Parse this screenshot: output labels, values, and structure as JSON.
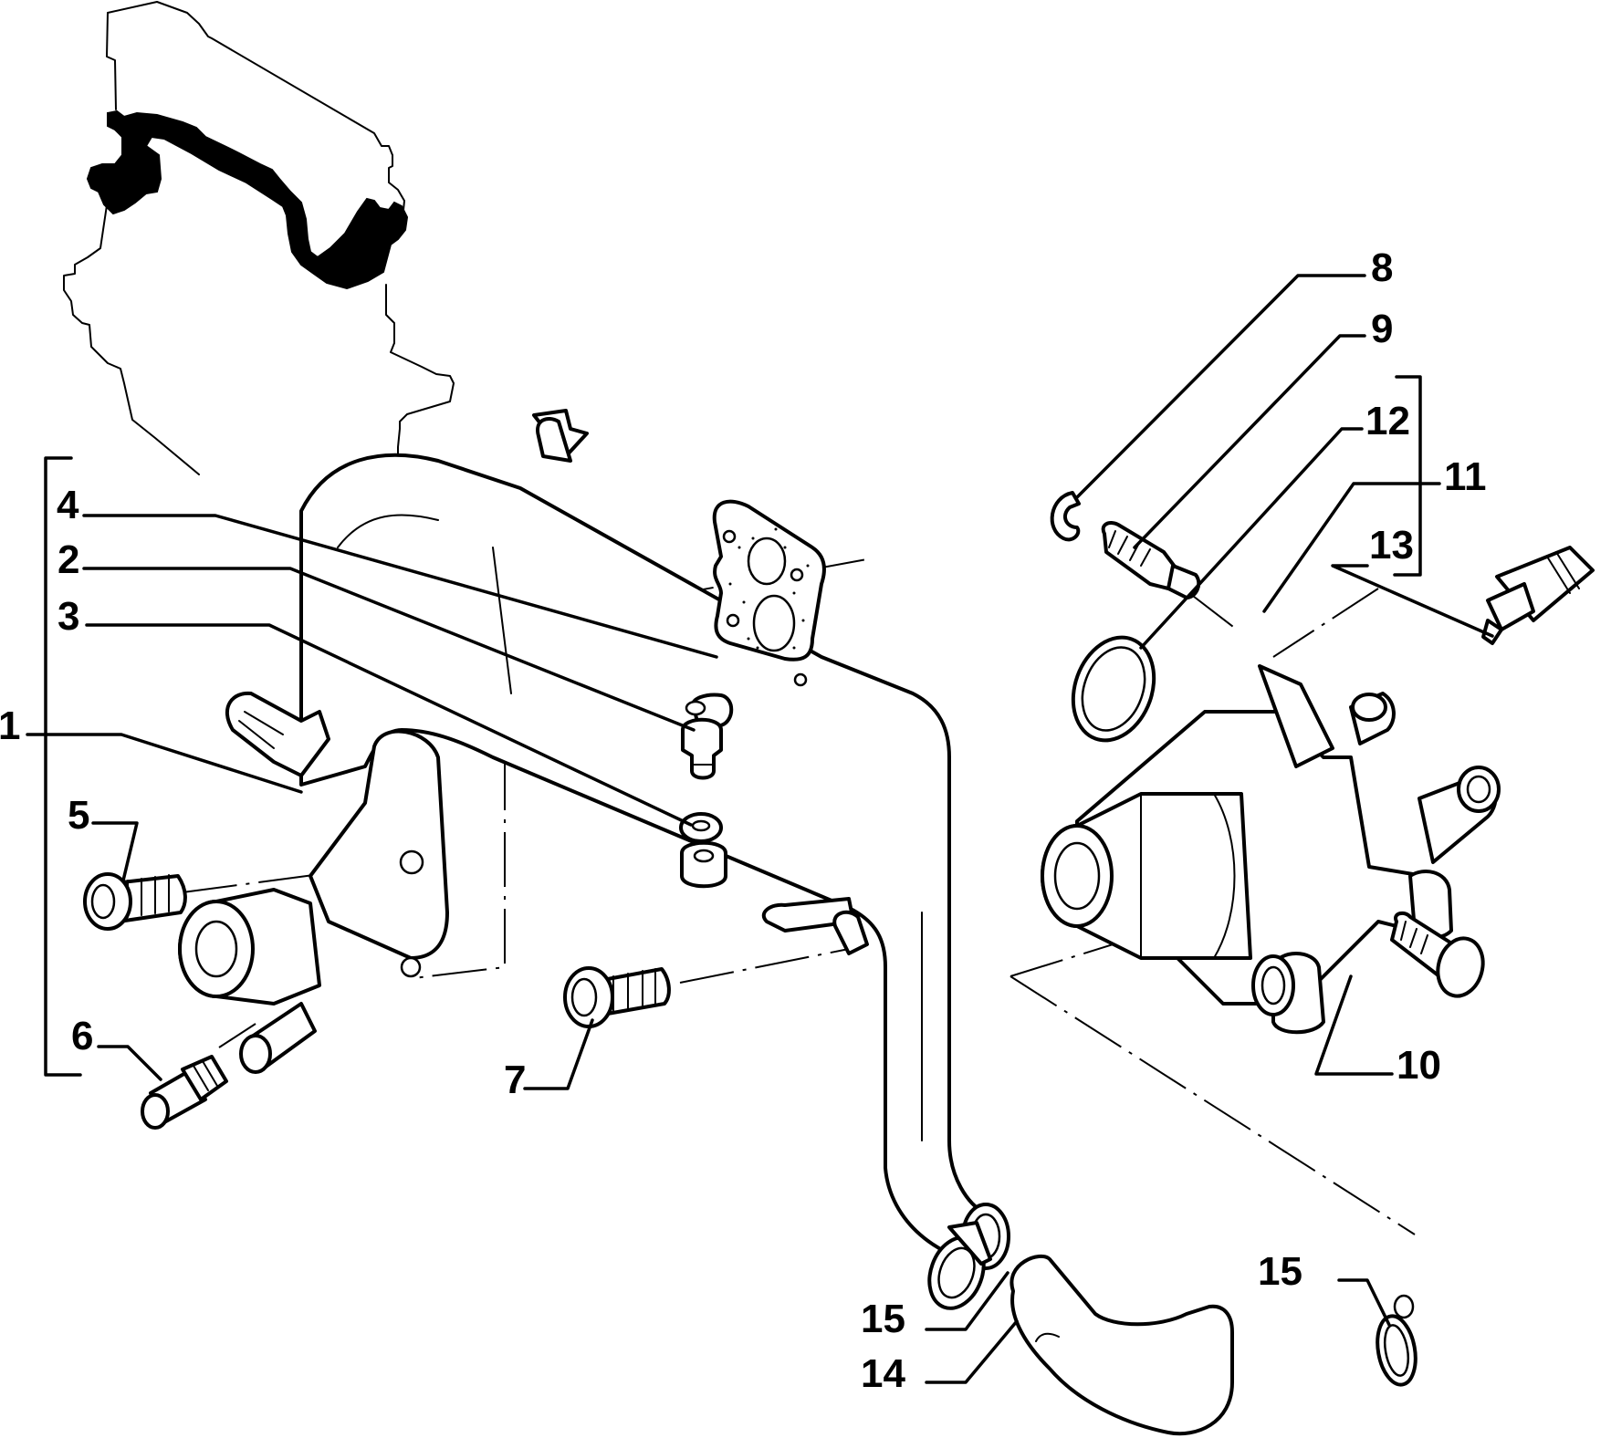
{
  "diagram": {
    "type": "exploded-parts-diagram",
    "subject": "engine coolant pipe and thermostat housing assembly",
    "line_color": "#000000",
    "background_color": "#ffffff",
    "inset": {
      "label": "engine-location-inset",
      "description": "engine block outline with coolant pipe highlighted"
    },
    "callouts": [
      {
        "id": "1",
        "label": "1",
        "part": "coolant pipe assembly (group)"
      },
      {
        "id": "2",
        "label": "2",
        "part": "plug"
      },
      {
        "id": "3",
        "label": "3",
        "part": "seal washer"
      },
      {
        "id": "4",
        "label": "4",
        "part": "gasket"
      },
      {
        "id": "5",
        "label": "5",
        "part": "bolt"
      },
      {
        "id": "6",
        "label": "6",
        "part": "hose nipple"
      },
      {
        "id": "7",
        "label": "7",
        "part": "bolt"
      },
      {
        "id": "8",
        "label": "8",
        "part": "clip"
      },
      {
        "id": "9",
        "label": "9",
        "part": "stud"
      },
      {
        "id": "10",
        "label": "10",
        "part": "bolt"
      },
      {
        "id": "11",
        "label": "11",
        "part": "thermostat housing (group)"
      },
      {
        "id": "12",
        "label": "12",
        "part": "o-ring"
      },
      {
        "id": "13",
        "label": "13",
        "part": "temperature sensor"
      },
      {
        "id": "14",
        "label": "14",
        "part": "hose"
      },
      {
        "id": "15a",
        "label": "15",
        "part": "hose clamp"
      },
      {
        "id": "15b",
        "label": "15",
        "part": "hose clamp"
      }
    ]
  }
}
